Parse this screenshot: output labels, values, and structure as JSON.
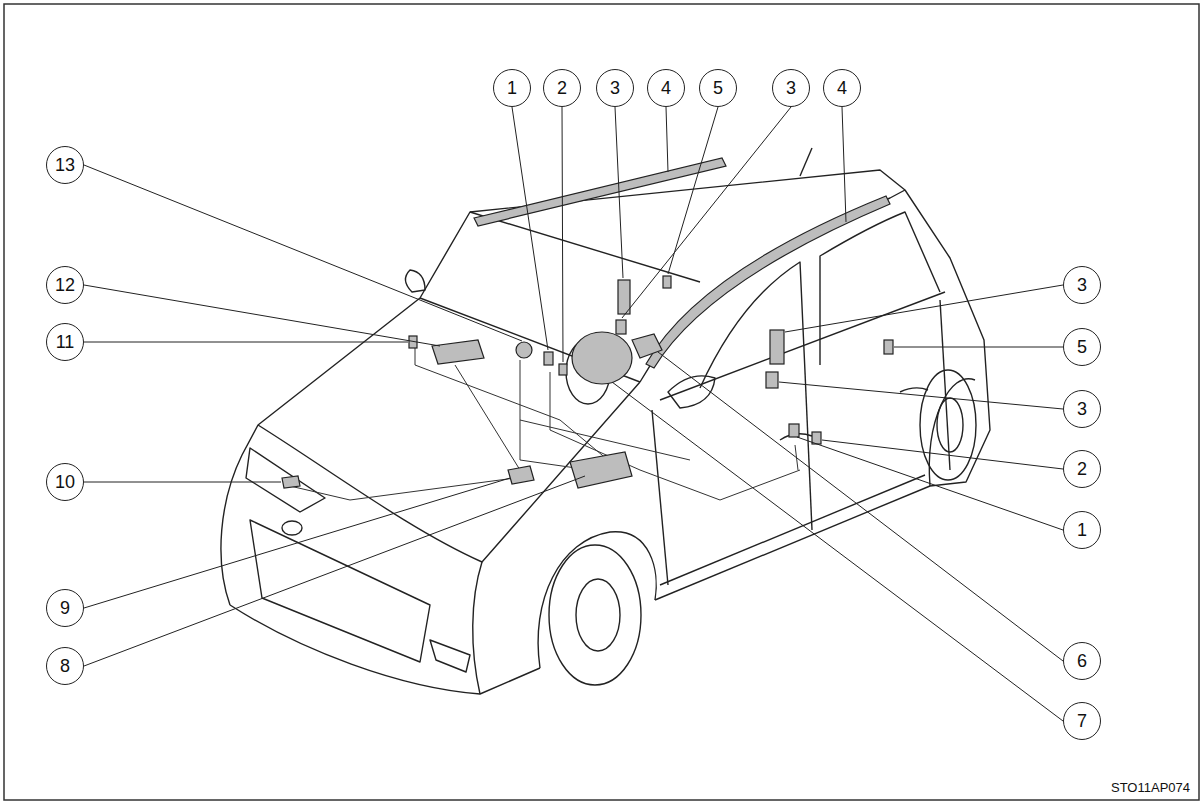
{
  "diagram": {
    "labels": [
      "1",
      "2",
      "3",
      "4",
      "5",
      "3",
      "4",
      "13",
      "12",
      "11",
      "10",
      "9",
      "8",
      "3",
      "5",
      "3",
      "2",
      "1",
      "6",
      "7",
      "STO11AP074"
    ]
  }
}
